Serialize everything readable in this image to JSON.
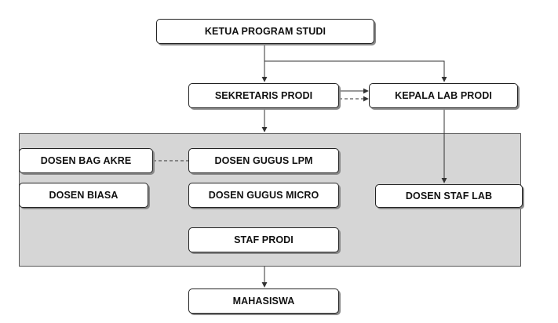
{
  "nodes": {
    "ketua_program_studi": "KETUA PROGRAM STUDI",
    "sekretaris_prodi": "SEKRETARIS PRODI",
    "kepala_lab_prodi": "KEPALA LAB PRODI",
    "dosen_bag_akre": "DOSEN BAG AKRE",
    "dosen_gugus_lpm": "DOSEN GUGUS LPM",
    "dosen_biasa": "DOSEN BIASA",
    "dosen_gugus_micro": "DOSEN GUGUS MICRO",
    "dosen_staf_lab": "DOSEN STAF LAB",
    "staf_prodi": "STAF PRODI",
    "mahasiswa": "MAHASISWA"
  },
  "colors": {
    "panel": "#d6d6d6",
    "box_fill": "#ffffff",
    "box_border": "#222222",
    "line": "#333333"
  }
}
